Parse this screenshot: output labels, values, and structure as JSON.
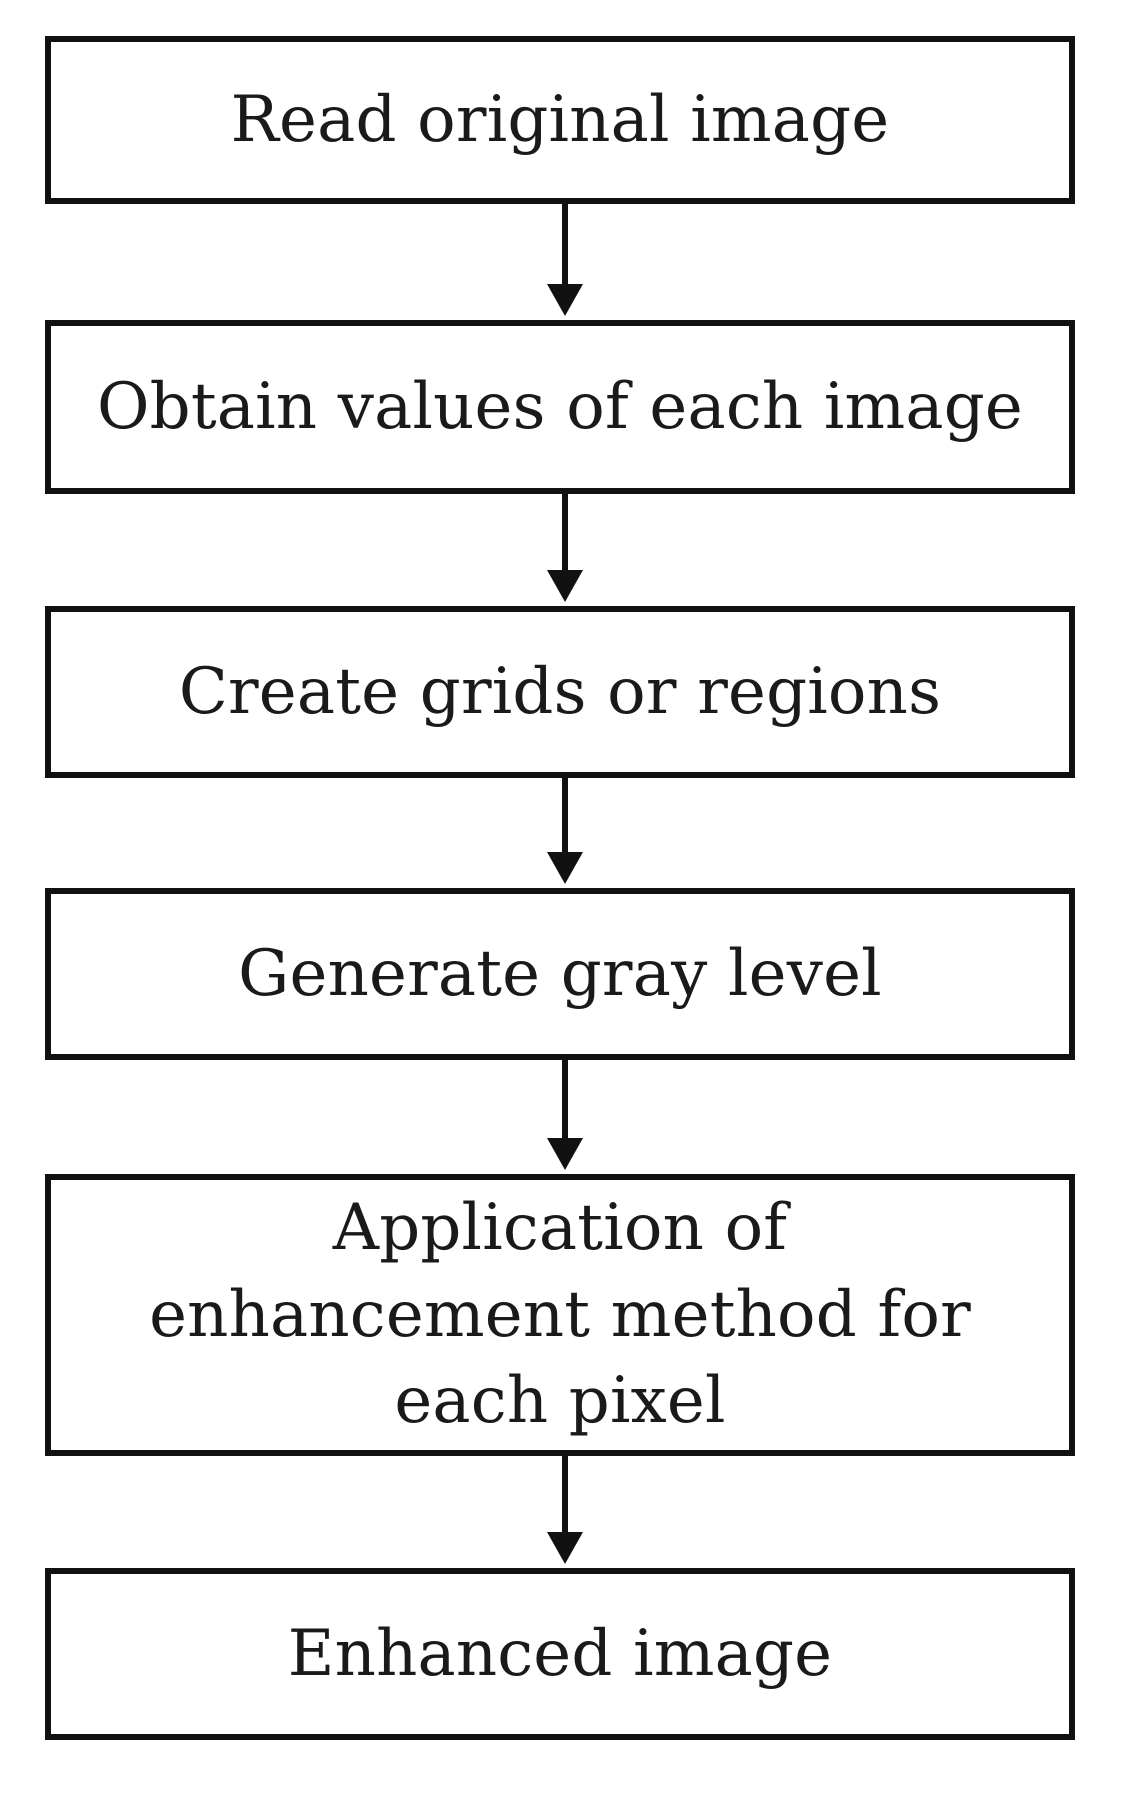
{
  "flowchart": {
    "steps": [
      {
        "label": "Read original image"
      },
      {
        "label": "Obtain values of each image"
      },
      {
        "label": "Create grids or regions"
      },
      {
        "label": "Generate gray level"
      },
      {
        "label": "Application of enhancement method for each pixel"
      },
      {
        "label": "Enhanced image"
      }
    ],
    "connector_icon": "arrow-down",
    "colors": {
      "stroke": "#111111",
      "background": "#ffffff",
      "text": "#1a1a1a"
    }
  }
}
